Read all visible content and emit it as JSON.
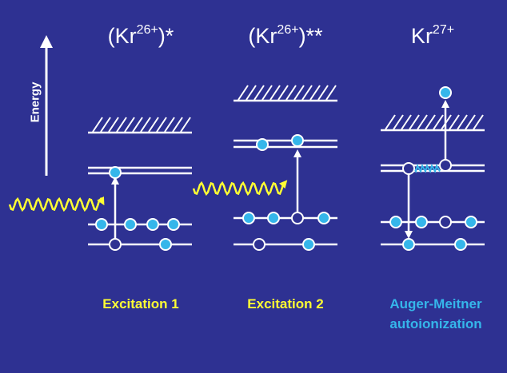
{
  "axis": {
    "label": "Energy"
  },
  "panels": [
    {
      "base": "(Kr",
      "charge": "26+",
      "suffix": ")*",
      "caption_lines": [
        "Excitation 1"
      ],
      "caption_color": "#ffff33"
    },
    {
      "base": "(Kr",
      "charge": "26+",
      "suffix": ")**",
      "caption_lines": [
        "Excitation 2"
      ],
      "caption_color": "#ffff33"
    },
    {
      "base": "Kr",
      "charge": "27+",
      "suffix": "",
      "caption_lines": [
        "Auger-Meitner",
        "autoionization"
      ],
      "caption_color": "#35b6ea"
    }
  ],
  "colors": {
    "background": "#2e3192",
    "electron": "#35b6ea",
    "photon": "#ffff33",
    "line": "#ffffff",
    "hole_fill": "#2e3192"
  }
}
